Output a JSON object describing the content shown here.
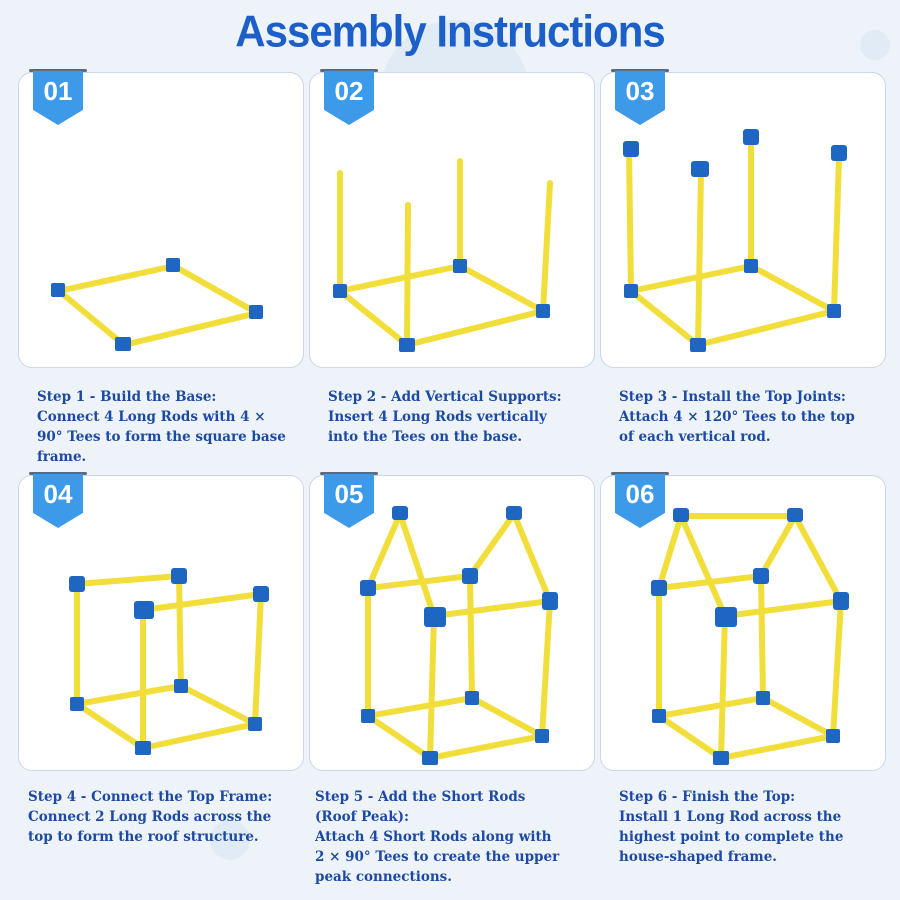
{
  "title": "Assembly Instructions",
  "colors": {
    "title": "#1d5fc9",
    "badge": "#3d9ae8",
    "rod": "#f2de3a",
    "joint": "#1f66c2",
    "text": "#1c4aa3"
  },
  "steps": [
    {
      "badge": "01",
      "heading": "Step 1 - Build the Base:",
      "body": "Connect 4 Long Rods with 4 × 90° Tees to form the square base frame."
    },
    {
      "badge": "02",
      "heading": "Step 2 - Add Vertical Supports:",
      "body": "Insert 4 Long Rods vertically into the Tees on the base."
    },
    {
      "badge": "03",
      "heading": "Step 3 - Install the Top Joints:",
      "body": "Attach 4 × 120° Tees to the top of each vertical rod."
    },
    {
      "badge": "04",
      "heading": "Step 4 - Connect the Top Frame:",
      "body": "Connect 2 Long Rods across the top to form the roof structure."
    },
    {
      "badge": "05",
      "heading": "Step 5 - Add the Short Rods (Roof Peak):",
      "body": "Attach 4 Short Rods along with 2 × 90° Tees to create the upper peak connections."
    },
    {
      "badge": "06",
      "heading": "Step 6 - Finish the Top:",
      "body": "Install 1 Long Rod across the highest point to complete the house-shaped frame."
    }
  ]
}
